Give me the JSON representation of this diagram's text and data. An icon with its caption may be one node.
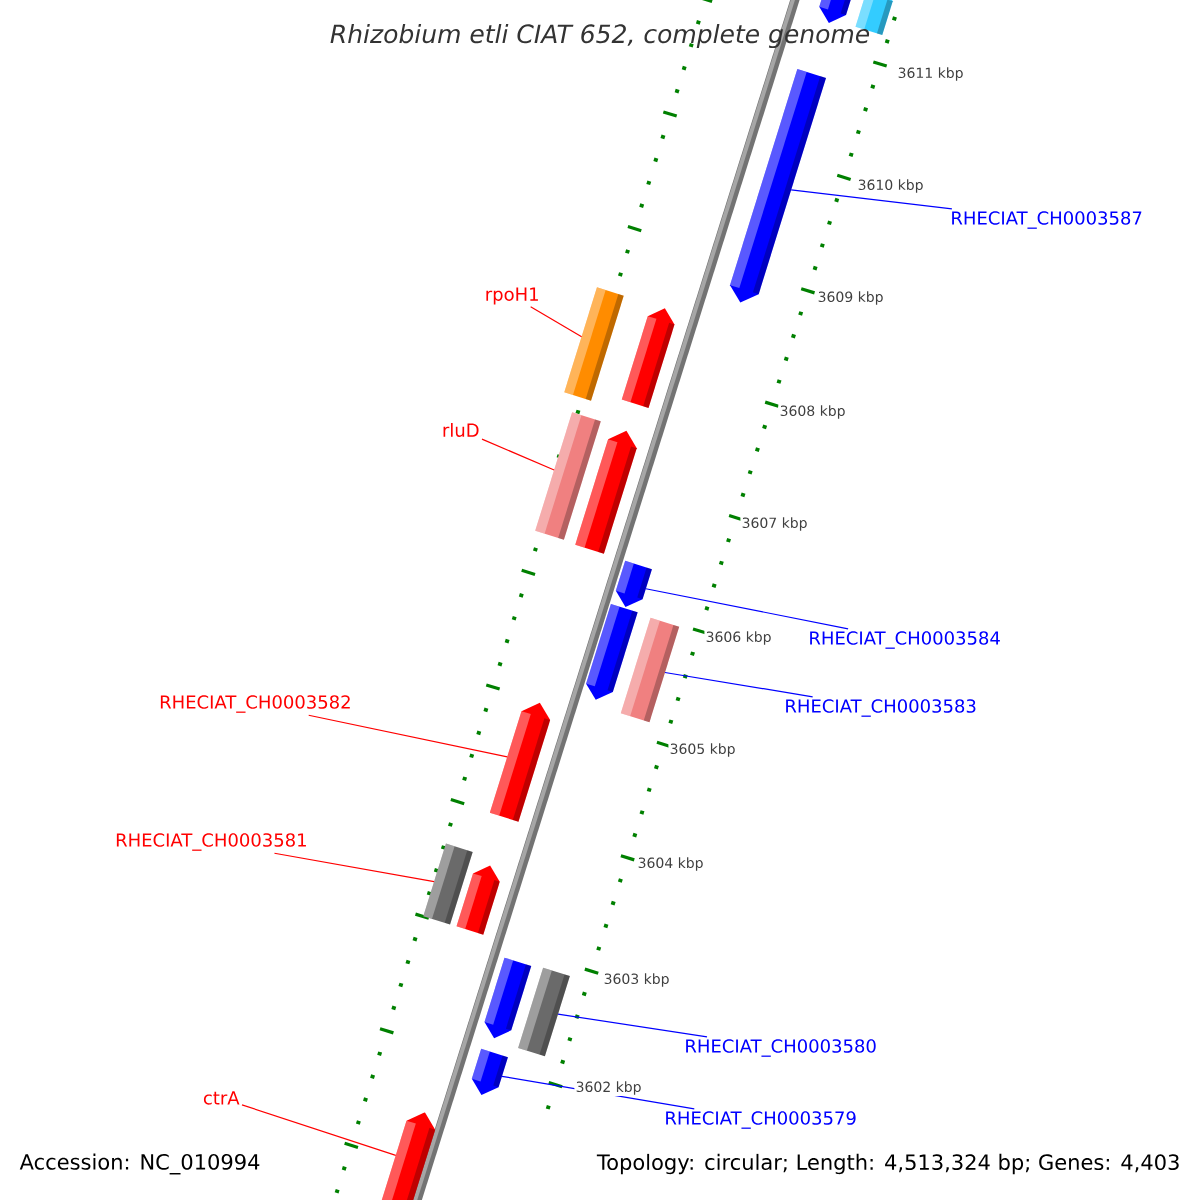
{
  "diagram": {
    "title": "Rhizobium etli CIAT 652, complete genome",
    "nodes": [
      {
        "text": [
          "rpoH1"
        ]
      },
      {
        "text": [],
        "shape": "bar"
      },
      {
        "text": [
          "RHECIAT_CH0003587"
        ]
      },
      {
        "text": [],
        "shape": "bar"
      },
      {
        "text": [
          "rluD"
        ]
      },
      {
        "text": [],
        "shape": "bar"
      },
      {
        "text": [
          "RHECIAT_CH0003584"
        ]
      },
      {
        "text": [],
        "shape": "bar"
      },
      {
        "text": [
          "RHECIAT_CH0003583"
        ]
      },
      {
        "text": [],
        "shape": "bar"
      },
      {
        "text": [
          "RHECIAT_CH0003582"
        ]
      },
      {
        "text": [],
        "shape": "bar"
      },
      {
        "text": [
          "RHECIAT_CH0003581"
        ]
      },
      {
        "text": [],
        "shape": "bar"
      },
      {
        "text": [
          "RHECIAT_CH0003580"
        ]
      },
      {
        "text": [],
        "shape": "bar"
      },
      {
        "text": [
          "RHECIAT_CH0003579"
        ]
      },
      {
        "text": [],
        "shape": "bar"
      },
      {
        "text": [
          "ctrA"
        ]
      },
      {
        "text": [],
        "shape": "bar"
      },
      {
        "text": [],
        "shape": "bar"
      },
      {
        "text": [],
        "shape": "bar"
      },
      {
        "text": [],
        "shape": "bar"
      },
      {
        "text": [],
        "shape": "bar"
      },
      {
        "text": [],
        "shape": "bar"
      },
      {
        "text": [],
        "shape": "bar"
      },
      {
        "text": [],
        "shape": "bar"
      }
    ],
    "edges": [
      {
        "from": 0,
        "to": 1,
        "arrow": "none",
        "color": "#ff0000"
      },
      {
        "from": 2,
        "to": 3,
        "arrow": "none",
        "color": "#0000ff"
      },
      {
        "from": 4,
        "to": 5,
        "arrow": "none",
        "color": "#ff0000"
      },
      {
        "from": 6,
        "to": 7,
        "arrow": "none",
        "color": "#0000ff"
      },
      {
        "from": 8,
        "to": 9,
        "arrow": "none",
        "color": "#0000ff"
      },
      {
        "from": 10,
        "to": 11,
        "arrow": "none",
        "color": "#ff0000"
      },
      {
        "from": 12,
        "to": 13,
        "arrow": "none",
        "color": "#ff0000"
      },
      {
        "from": 14,
        "to": 15,
        "arrow": "none",
        "color": "#0000ff"
      },
      {
        "from": 16,
        "to": 17,
        "arrow": "none",
        "color": "#0000ff"
      },
      {
        "from": 18,
        "to": 19,
        "arrow": "none",
        "color": "#ff0000"
      }
    ],
    "labels": [
      "3611 kbp",
      "3610 kbp",
      "3609 kbp",
      "3608 kbp",
      "3607 kbp",
      "3606 kbp",
      "3605 kbp",
      "3604 kbp",
      "3603 kbp",
      "3602 kbp",
      "Accession: NC_010994",
      "Topology: circular; Length: 4,513,324 bp; Genes: 4,403"
    ]
  }
}
